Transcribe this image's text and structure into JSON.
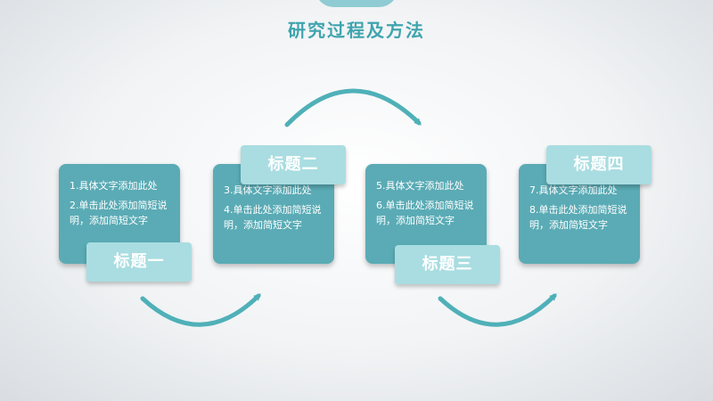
{
  "slide": {
    "title": "研究过程及方法"
  },
  "steps": [
    {
      "label": "标题一",
      "lines": [
        "1.具体文字添加此处",
        "2.单击此处添加简短说明，添加简短文字"
      ]
    },
    {
      "label": "标题二",
      "lines": [
        "3.具体文字添加此处",
        "4.单击此处添加简短说明，添加简短文字"
      ]
    },
    {
      "label": "标题三",
      "lines": [
        "5.具体文字添加此处",
        "6.单击此处添加简短说明，添加简短文字"
      ]
    },
    {
      "label": "标题四",
      "lines": [
        "7.具体文字添加此处",
        "8.单击此处添加简短说明，添加简短文字"
      ]
    }
  ],
  "colors": {
    "title": "#3fa4ae",
    "card": "#5aabb5",
    "label": "#a9dde1",
    "arrow": "#4fb0b8"
  }
}
